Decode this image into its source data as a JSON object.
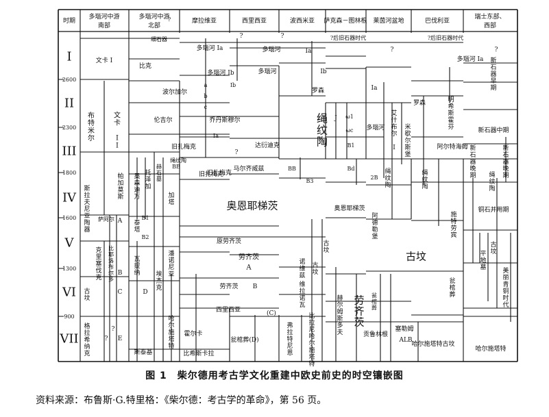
{
  "caption": "图 1　柴尔德用考古学文化重建中欧史前史的时空镶嵌图",
  "source": "资料来源：布鲁斯·G.特里格：《柴尔德：考古学的革命》，第 56 页。",
  "chart_data": {
    "type": "table",
    "time_header": "时期",
    "columns": [
      "多瑙河中游南部",
      "多瑙河中游北部",
      "摩拉维亚",
      "西里西亚",
      "波西米亚",
      "萨克森－图林根",
      "莱茵河盆地",
      "巴伐利亚",
      "瑞士东部、西部"
    ],
    "periods": [
      "I",
      "II",
      "III",
      "IV",
      "V",
      "VI",
      "VII"
    ],
    "dates": [
      "2600",
      "2300",
      "1800",
      "1600",
      "1300",
      "900"
    ],
    "cells": [
      "文卡 I",
      "比克",
      "细石器",
      "多瑙河 Ia",
      "多瑙河",
      "Ia",
      "?后旧石器时代",
      "?后旧石器时代",
      "多瑙河 Ib",
      "多瑙河",
      "Ib",
      "Ib",
      "多瑙河 Ia",
      "新石器早期",
      "布特米尔",
      "文卡 II",
      "波尔加尔",
      "a",
      "b",
      "c",
      "伦吉尔",
      "乔丹斯穆尔",
      "罗森",
      "绳纹陶",
      "J",
      "ω1",
      "ωc",
      "B1",
      "多瑙河",
      "Ia",
      "艾什布尔 I",
      "米歇尔斯堡",
      "罗森",
      "明希斯霍芬",
      "新石器中期",
      "旧扎梅克",
      "Ia",
      "达衍迪克",
      "绳纹陶",
      "旧扎梅克",
      "马尔齐威兹",
      "BB",
      "B3",
      "Bd",
      "2B",
      "绳纹陶",
      "绳纹陶",
      "阿尔特海姆",
      "新石器晚期",
      "新石器晚期",
      "绳纹陶",
      "斯拉夫尼亚陶器",
      "帕加莫斯",
      "奥森迪万",
      "托泽加",
      "赫石墓",
      "BB",
      "加塔",
      "旧扎梅克",
      "奥恩耶梯茨",
      "奥恩耶梯茨",
      "铜石并用期",
      "萨阿尔",
      "B1",
      "B2",
      "泰塔",
      "原劳齐茨",
      "阿德勒堡",
      "施特劳宾",
      "克里塞伐克",
      "比耶洛布尔多",
      "瓦提纳",
      "潘诺尼亚",
      "埃杰克",
      "劳齐茨",
      "A",
      "劳齐茨",
      "B",
      "诺维兹",
      "古坟",
      "古坟",
      "古坟",
      "平地墓",
      "古坟",
      "美丽青铜时代",
      "古坟",
      "西里西亚",
      "(C)",
      "维拉诺瓦",
      "赫尔姆斯多夫",
      "劳齐茨",
      "瓮棺葬",
      "瓮棺葬",
      "格拉希纳克",
      "哈尔施塔特",
      "霍尔卡",
      "比希斯卡拉",
      "瓮棺葬(D)",
      "弗拉特尼恩",
      "比拉尼哈尔施塔特",
      "贡鲁林根",
      "塞勒姆",
      "ALB",
      "哈尔施塔特古坟",
      "哈尔施塔特",
      "斯泰基",
      "A",
      "B",
      "C",
      "D",
      "E",
      "?"
    ]
  }
}
